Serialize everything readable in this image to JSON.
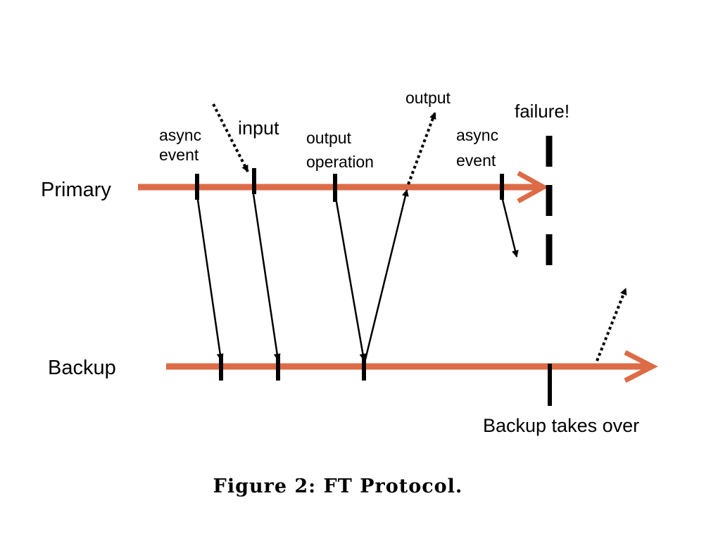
{
  "diagram": {
    "labels": {
      "primary": "Primary",
      "backup": "Backup",
      "async_event_1_line1": "async",
      "async_event_1_line2": "event",
      "input": "input",
      "output_operation_line1": "output",
      "output_operation_line2": "operation",
      "output": "output",
      "async_event_2_line1": "async",
      "async_event_2_line2": "event",
      "failure": "failure!",
      "backup_takes_over": "Backup takes over"
    },
    "colors": {
      "timeline": "#dc6b46",
      "marks": "#000000"
    }
  },
  "caption": "Figure 2:  FT Protocol."
}
